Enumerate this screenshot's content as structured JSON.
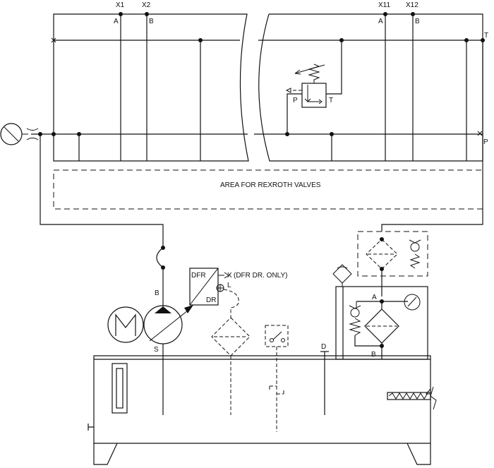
{
  "labels": {
    "x1": "X1",
    "x2": "X2",
    "x11": "X11",
    "x12": "X12",
    "a1": "A",
    "b1": "B",
    "a2": "A",
    "b2": "B",
    "t_port": "T",
    "p_port": "P",
    "valve_p": "P",
    "valve_t": "T",
    "area": "AREA FOR REXROTH VALVES",
    "pump_b": "B",
    "pump_s": "S",
    "dfr": "DFR",
    "dr": "DR",
    "x_port": "X",
    "x_note": "(DFR DR. ONLY)",
    "l_port": "L",
    "drain_d": "D",
    "filter_a": "A",
    "filter_b": "B"
  }
}
